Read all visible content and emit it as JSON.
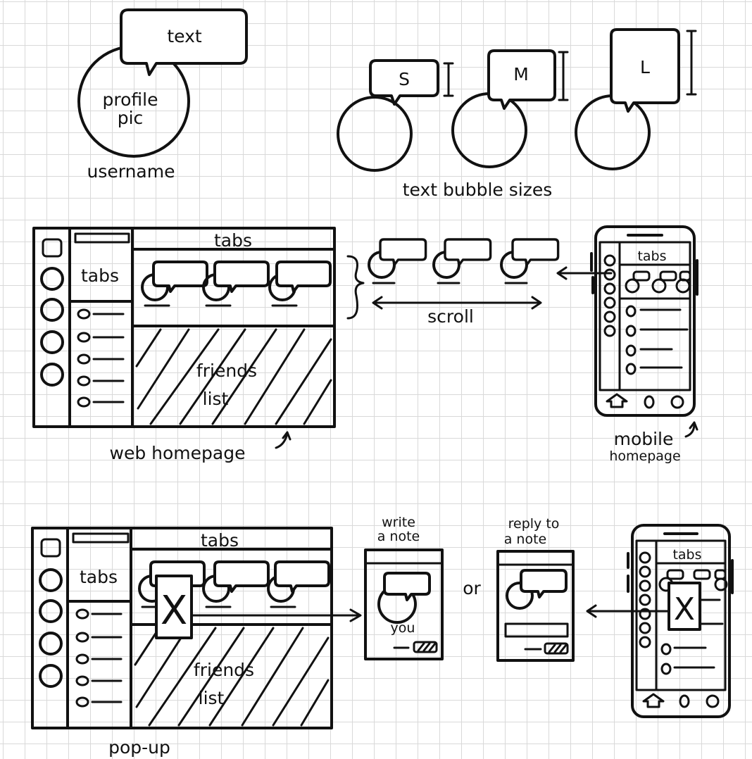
{
  "profile": {
    "bubble_text": "text",
    "avatar_text_line1": "profile",
    "avatar_text_line2": "pic",
    "username": "username"
  },
  "bubble_sizes": {
    "caption": "text bubble sizes",
    "small": "S",
    "medium": "M",
    "large": "L"
  },
  "web_homepage": {
    "caption": "web homepage",
    "top_tabs": "tabs",
    "side_tabs": "tabs",
    "friends_list_line1": "friends",
    "friends_list_line2": "list"
  },
  "scroll": {
    "label": "scroll"
  },
  "mobile_homepage": {
    "caption_line1": "mobile",
    "caption_line2": "homepage",
    "tabs": "tabs"
  },
  "popup": {
    "caption": "pop-up",
    "top_tabs": "tabs",
    "side_tabs": "tabs",
    "friends_list_line1": "friends",
    "friends_list_line2": "list",
    "close_mark": "X"
  },
  "write_note": {
    "title_line1": "write",
    "title_line2": "a note",
    "you_label": "you"
  },
  "or_label": "or",
  "reply_note": {
    "title_line1": "reply to",
    "title_line2": "a note"
  },
  "mobile_popup": {
    "tabs": "tabs",
    "close_mark": "X"
  }
}
